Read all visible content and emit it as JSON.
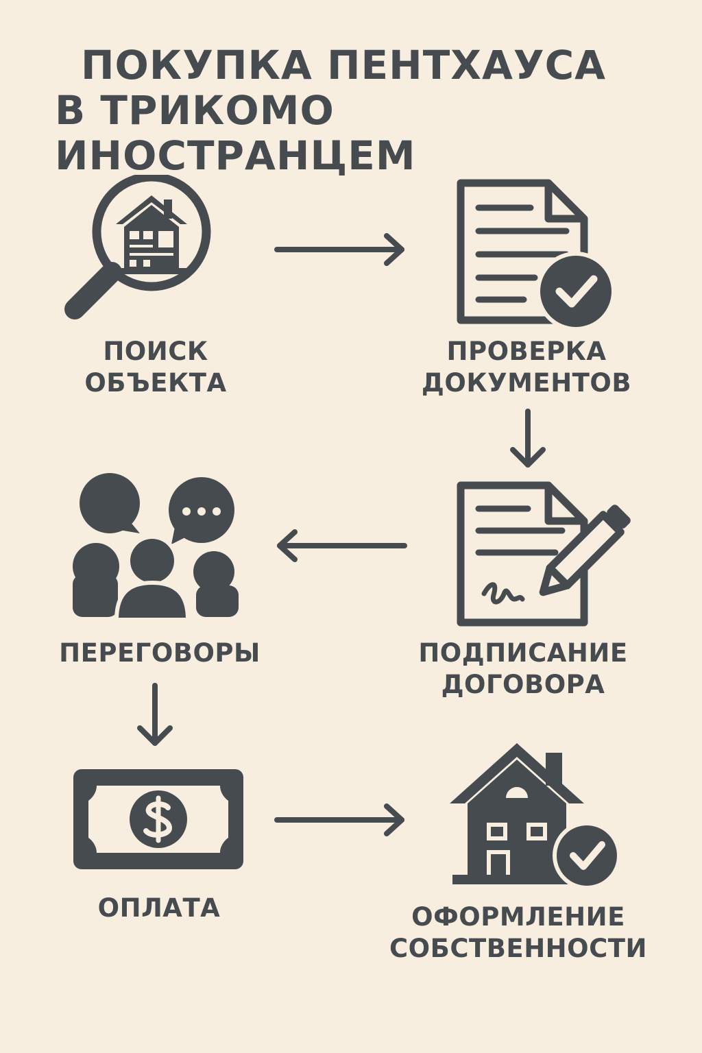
{
  "title": {
    "line1": "ПОКУПКА ПЕНТХАУСА",
    "line2": "В ТРИКОМО ИНОСТРАНЦЕМ"
  },
  "steps": [
    {
      "line1": "ПОИСК",
      "line2": "ОБЪЕКТА",
      "icon": "magnifier-house-icon"
    },
    {
      "line1": "ПРОВЕРКА",
      "line2": "ДОКУМЕНТОВ",
      "icon": "document-check-icon"
    },
    {
      "line1": "ПОДПИСАНИЕ",
      "line2": "ДОГОВОРА",
      "icon": "contract-pen-icon"
    },
    {
      "line1": "ПЕРЕГОВОРЫ",
      "icon": "people-chat-icon"
    },
    {
      "line1": "ОПЛАТА",
      "icon": "banknote-icon"
    },
    {
      "line1": "ОФОРМЛЕНИЕ",
      "line2": "СОБСТВЕННОСТИ",
      "icon": "house-check-icon"
    }
  ],
  "colors": {
    "background": "#f8eee0",
    "ink": "#464b4f"
  }
}
